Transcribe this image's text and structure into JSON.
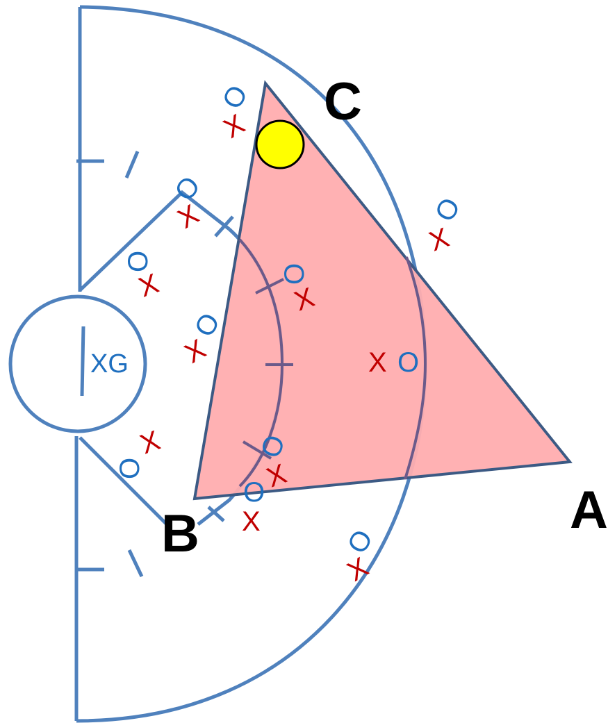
{
  "colors": {
    "field_line": "#4f81bd",
    "triangle_fill": "#ffadaf",
    "triangle_stroke": "#3c5a84",
    "attacker": "#1f6fbf",
    "defender": "#c00000",
    "ball_fill": "#ffff00",
    "ball_stroke": "#000000",
    "label": "#000000"
  },
  "goalie": {
    "label": "XG"
  },
  "vertices": {
    "a": "A",
    "b": "B",
    "c": "C"
  },
  "marks": {
    "o": "O",
    "x": "X"
  }
}
